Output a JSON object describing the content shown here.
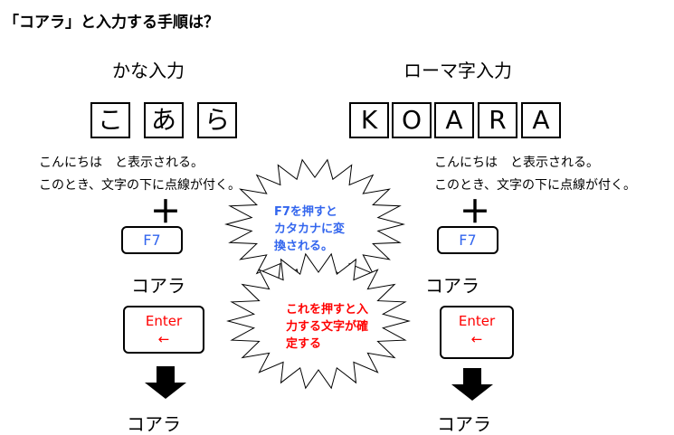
{
  "title": "「コアラ」と入力する手順は？",
  "kana": {
    "heading": "かな入力",
    "keys": [
      "こ",
      "あ",
      "ら"
    ],
    "desc": [
      "こんにちは　と表示される。",
      "このとき、文字の下に点線が付く。"
    ],
    "plus": "＋",
    "f7": "F7",
    "result1": "コアラ",
    "enter": "Enter",
    "enter_arrow": "←",
    "result2": "コアラ"
  },
  "romaji": {
    "heading": "ローマ字入力",
    "keys": [
      "K",
      "O",
      "A",
      "R",
      "A"
    ],
    "desc": [
      "こんにちは　と表示される。",
      "このとき、文字の下に点線が付く。"
    ],
    "plus": "＋",
    "f7": "F7",
    "result1": "コアラ",
    "enter": "Enter",
    "enter_arrow": "←",
    "result2": "コアラ"
  },
  "callouts": {
    "f7_note": [
      "F7を押すと",
      "カタカナに変",
      "換される。"
    ],
    "enter_note": [
      "これを押すと入",
      "力する文字が確",
      "定する"
    ],
    "f7_color": "#3366ee",
    "enter_color": "#ff0000"
  }
}
